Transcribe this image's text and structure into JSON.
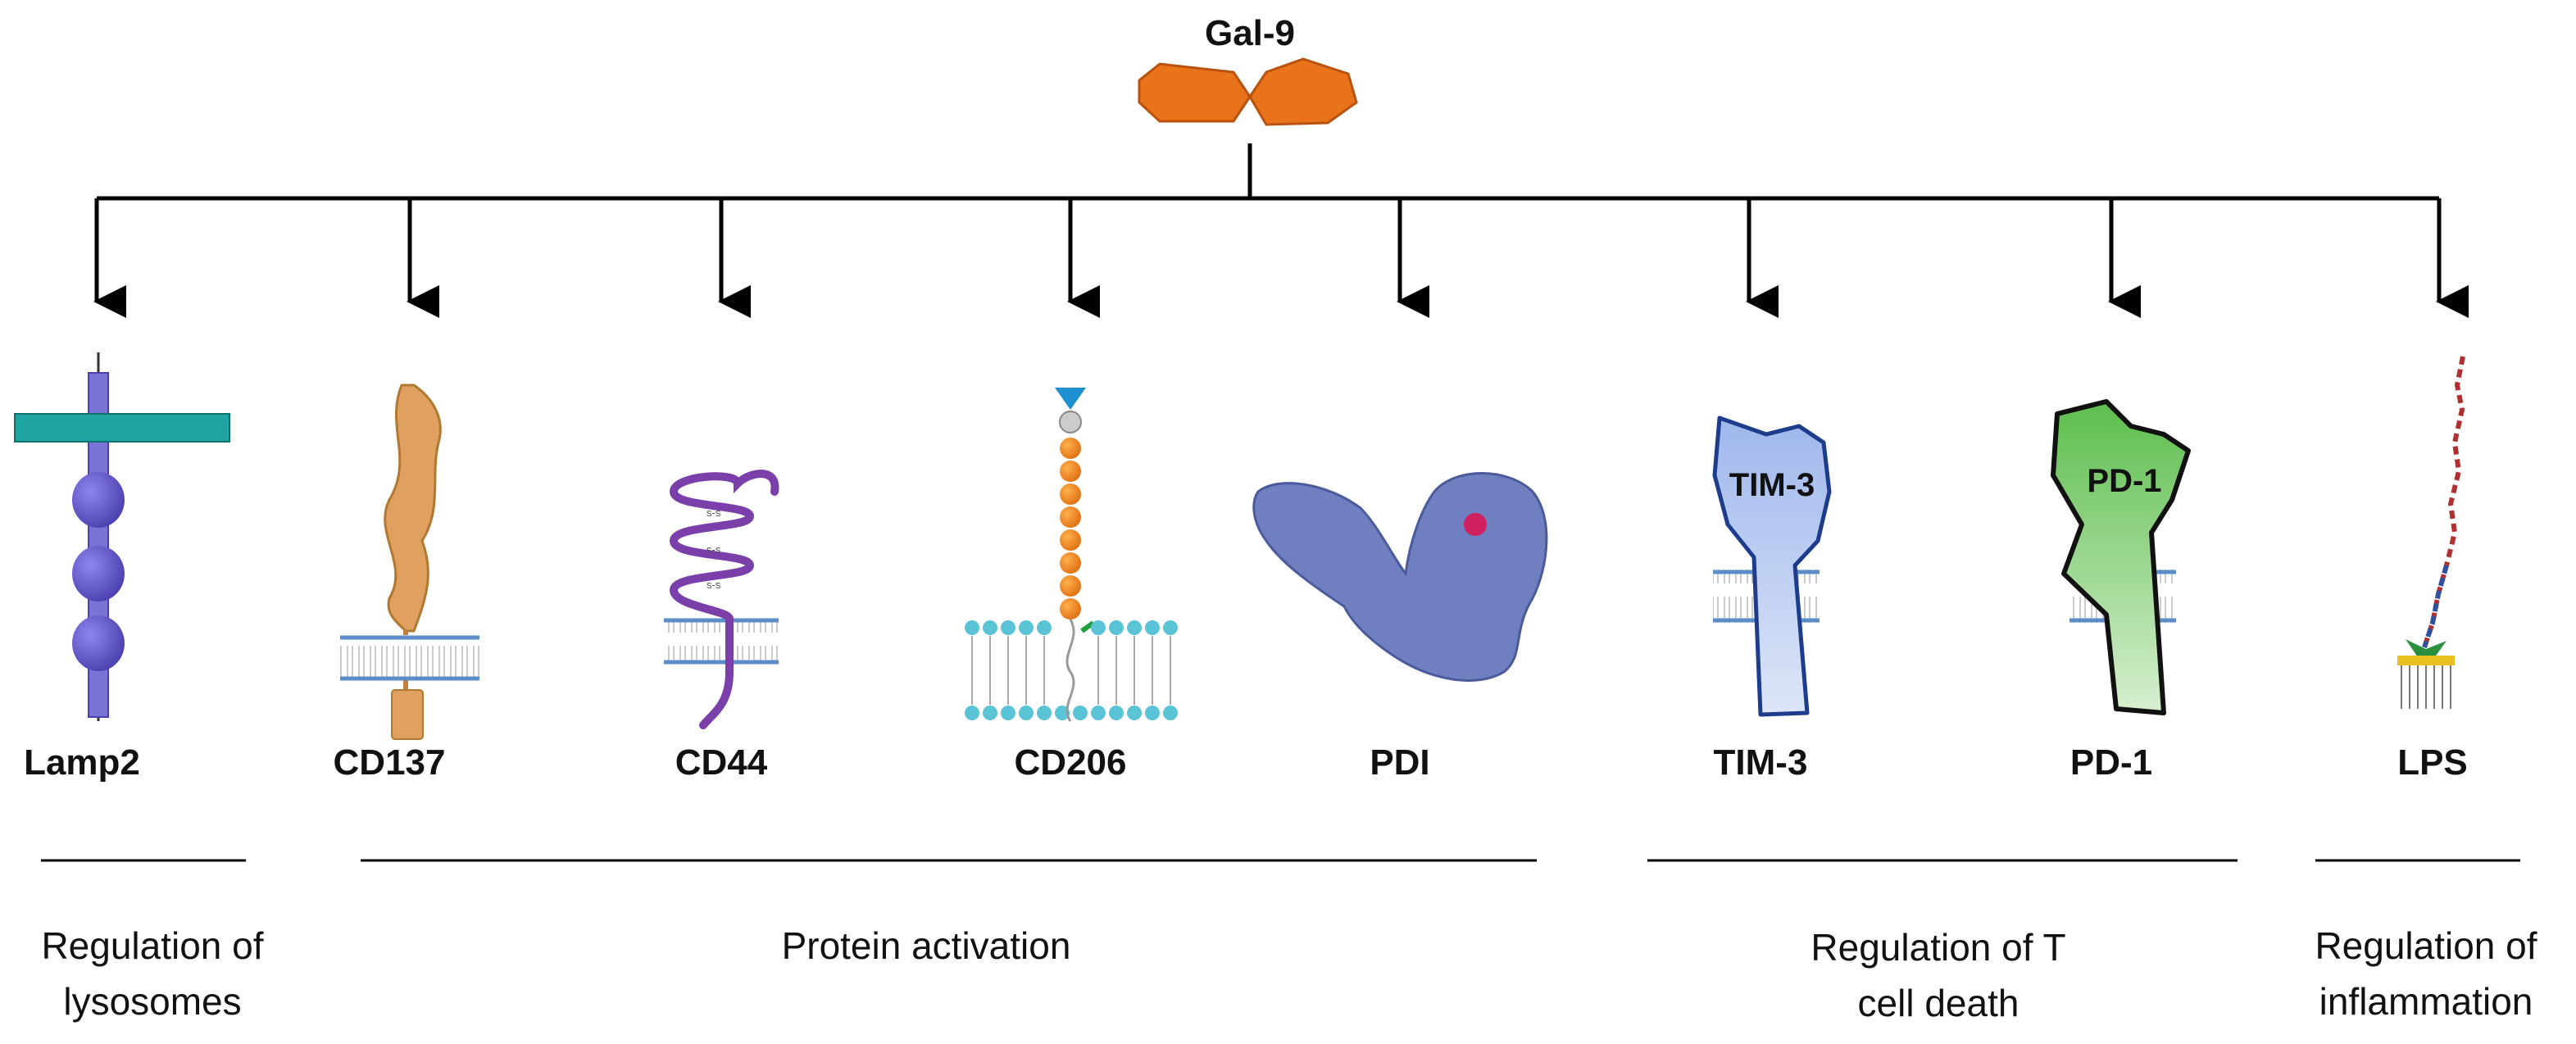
{
  "top_label": "Gal-9",
  "receptors": [
    {
      "id": "lamp2",
      "label": "Lamp2"
    },
    {
      "id": "cd137",
      "label": "CD137"
    },
    {
      "id": "cd44",
      "label": "CD44"
    },
    {
      "id": "cd206",
      "label": "CD206"
    },
    {
      "id": "pdi",
      "label": "PDI"
    },
    {
      "id": "tim3",
      "label": "TIM-3",
      "inner_label": "TIM-3"
    },
    {
      "id": "pd1",
      "label": "PD-1",
      "inner_label": "PD-1"
    },
    {
      "id": "lps",
      "label": "LPS"
    }
  ],
  "cd44_bond_label": "s-s",
  "categories": [
    {
      "id": "lysosomes",
      "line1": "Regulation of",
      "line2": "lysosomes"
    },
    {
      "id": "protein",
      "line1": "Protein activation",
      "line2": ""
    },
    {
      "id": "tcell",
      "line1": "Regulation of T",
      "line2": "cell death"
    },
    {
      "id": "inflammation",
      "line1": "Regulation of",
      "line2": "inflammation"
    }
  ],
  "colors": {
    "gal9": "#E8731A",
    "gal9_stroke": "#B8520C",
    "lamp2_rod": "#7B72D6",
    "lamp2_membrane": "#1FA3A3",
    "cd137": "#E0A060",
    "cd44": "#7A3FA8",
    "cd206_bead": "#F28C1B",
    "membrane_head": "#5BC3D6",
    "pdi": "#6F7FC0",
    "pdi_site": "#D02060",
    "tim3_fill": "#A9C0EE",
    "tim3_stroke": "#1D3C8C",
    "pd1_fill": "#6FC660",
    "pd1_stroke": "#111111",
    "lps_chain": "#B03030"
  }
}
